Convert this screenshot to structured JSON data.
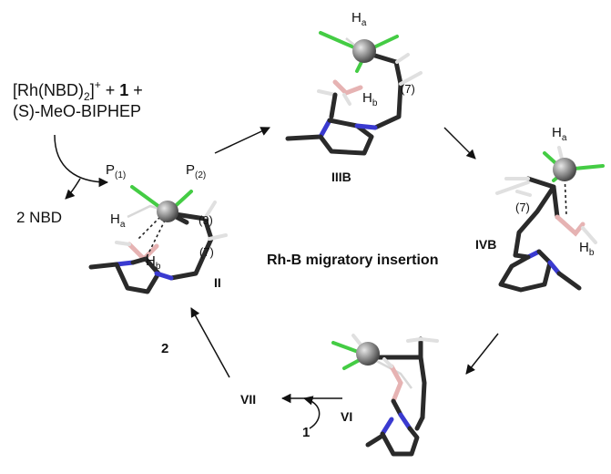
{
  "reagents": {
    "line1_prefix": "[Rh(NBD)",
    "line1_sub": "2",
    "line1_sup": "]",
    "line1_charge": "+",
    "line1_plus": " + ",
    "line1_bold": "1",
    "line1_suffix": " +",
    "line2": "(S)-MeO-BIPHEP",
    "byproduct": "2 NBD"
  },
  "structures": {
    "II": {
      "label": "II",
      "p1_main": "P",
      "p1_sub": "(1)",
      "p2_main": "P",
      "p2_sub": "(2)",
      "ha_main": "H",
      "ha_sub": "a",
      "hb_main": "H",
      "hb_sub": "b",
      "c9": "(9)",
      "c7": "(7)"
    },
    "IIIB": {
      "label": "IIIB",
      "ha_main": "H",
      "ha_sub": "a",
      "hb_main": "H",
      "hb_sub": "b",
      "c7": "(7)"
    },
    "IVB": {
      "label": "IVB",
      "ha_main": "H",
      "ha_sub": "a",
      "hb_main": "H",
      "hb_sub": "b",
      "c7": "(7)"
    },
    "VI": {
      "label": "VI"
    },
    "VII": {
      "label": "VII"
    }
  },
  "center_label": "Rh-B migratory insertion",
  "arrow_labels": {
    "step2": "2",
    "step1": "1"
  },
  "colors": {
    "rhodium": "#8a8a8a",
    "phosphorus_bond": "#44cc44",
    "boron": "#e6b3b3",
    "nitrogen": "#3a3ad0",
    "carbon": "#2a2a2a",
    "hydrogen": "#e0e0e0"
  }
}
